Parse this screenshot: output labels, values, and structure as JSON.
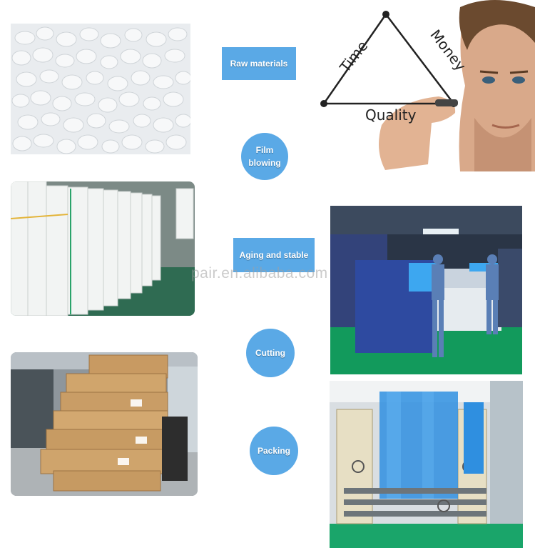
{
  "steps": {
    "raw_materials": "Raw materials",
    "film_blowing_line1": "Film",
    "film_blowing_line2": "blowing",
    "aging": "Aging and stable",
    "cutting": "Cutting",
    "packing": "Packing"
  },
  "triangle": {
    "top_left": "Time",
    "top_right": "Money",
    "bottom": "Quality"
  },
  "watermark": "pair.en.alibaba.com",
  "colors": {
    "label_blue": "#5aa9e6",
    "film_blue": "#2f8fe0",
    "floor_green": "#0e8a4e"
  }
}
